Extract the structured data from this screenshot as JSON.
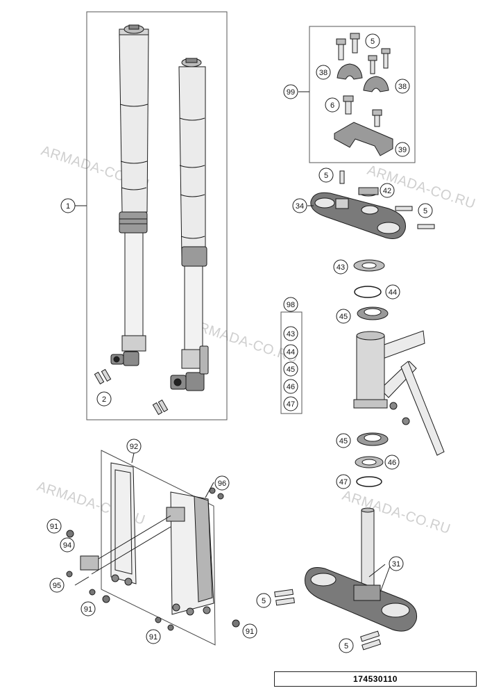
{
  "watermark": "ARMADA-CO.RU",
  "part_number": "174530110",
  "callouts": {
    "c1": "1",
    "c2": "2",
    "c5a": "5",
    "c38a": "38",
    "c38b": "38",
    "c99": "99",
    "c6": "6",
    "c39": "39",
    "c5b": "5",
    "c42": "42",
    "c34": "34",
    "c5c": "5",
    "c43": "43",
    "c44": "44",
    "c45a": "45",
    "c98": "98",
    "k43": "43",
    "k44": "44",
    "k45": "45",
    "k46": "46",
    "k47": "47",
    "c45b": "45",
    "c46": "46",
    "c47": "47",
    "c92": "92",
    "c96": "96",
    "c91a": "91",
    "c94": "94",
    "c95": "95",
    "c91b": "91",
    "c91c": "91",
    "c91d": "91",
    "c5d": "5",
    "c31": "31",
    "c5e": "5"
  },
  "colors": {
    "part_fill": "#ebebeb",
    "part_dark": "#8a8a8a",
    "line": "#1a1a1a",
    "watermark": "#cfcfcf"
  }
}
